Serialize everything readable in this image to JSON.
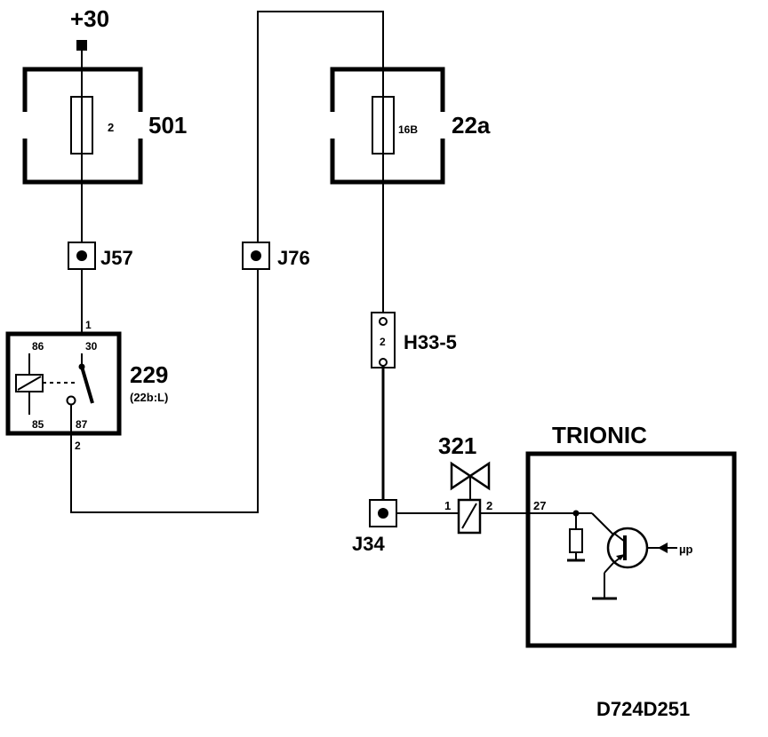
{
  "supply": {
    "label": "+30"
  },
  "fuse_501": {
    "number": "501",
    "rating": "2"
  },
  "fuse_22a": {
    "number": "22a",
    "rating": "16B"
  },
  "connector_j57": {
    "label": "J57"
  },
  "connector_j76": {
    "label": "J76"
  },
  "connector_j34": {
    "label": "J34"
  },
  "connector_h33_5": {
    "label": "H33-5",
    "pin": "2"
  },
  "relay_229": {
    "number": "229",
    "location": "(22b:L)",
    "pins": {
      "p1": "1",
      "p30": "30",
      "p86": "86",
      "p85": "85",
      "p87": "87",
      "p2": "2"
    }
  },
  "valve_321": {
    "number": "321",
    "pin_in": "1",
    "pin_out": "2"
  },
  "trionic": {
    "title": "TRIONIC",
    "pin": "27",
    "signal": "µp"
  },
  "drawing_id": "D724D251"
}
